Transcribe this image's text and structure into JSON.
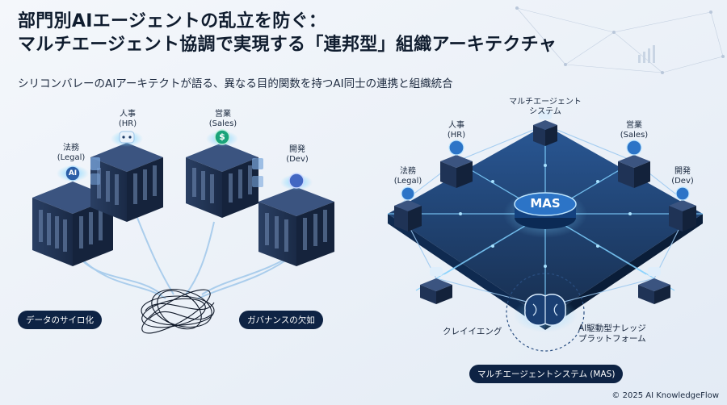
{
  "title_line1": "部門別AIエージェントの乱立を防ぐ：",
  "title_line2": "マルチエージェント協調で実現する「連邦型」組織アーキテクチャ",
  "subtitle": "シリコンバレーのAIアーキテクトが語る、異なる目的関数を持つAI同士の連携と組織統合",
  "left": {
    "legal": "法務\n(Legal)",
    "hr": "人事\n(HR)",
    "sales": "営業\n(Sales)",
    "dev": "開発\n(Dev)",
    "silo_label": "データのサイロ化",
    "gov_label": "ガバナンスの欠如"
  },
  "right": {
    "mas_system": "マルチエージェント\nシステム",
    "hr": "人事\n(HR)",
    "sales": "営業\n(Sales)",
    "legal": "法務\n(Legal)",
    "dev": "開発\n(Dev)",
    "hub": "MAS",
    "crayeng": "クレイイエング",
    "knowledge": "AI駆動型ナレッジ\nプラットフォーム",
    "mas_pill": "マルチエージェントシステム (MAS)"
  },
  "icons": {
    "legal": "AI",
    "sales": "$"
  },
  "copyright": "© 2025 AI KnowledgeFlow"
}
